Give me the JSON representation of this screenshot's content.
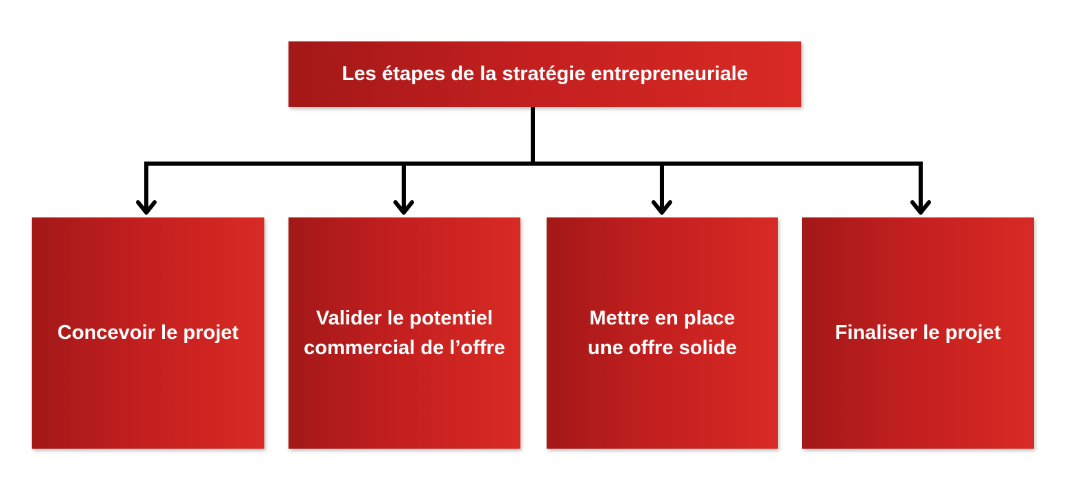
{
  "diagram": {
    "root": {
      "label": "Les étapes de la stratégie entrepreneuriale"
    },
    "steps": [
      {
        "label": "Concevoir le projet"
      },
      {
        "label": "Valider le potentiel commercial de l’offre"
      },
      {
        "label": "Mettre en place une offre solide"
      },
      {
        "label": "Finaliser le projet"
      }
    ],
    "colors": {
      "box_dark": "#a31818",
      "box_light": "#d92a24",
      "text": "#ffffff",
      "connector": "#000000"
    }
  }
}
